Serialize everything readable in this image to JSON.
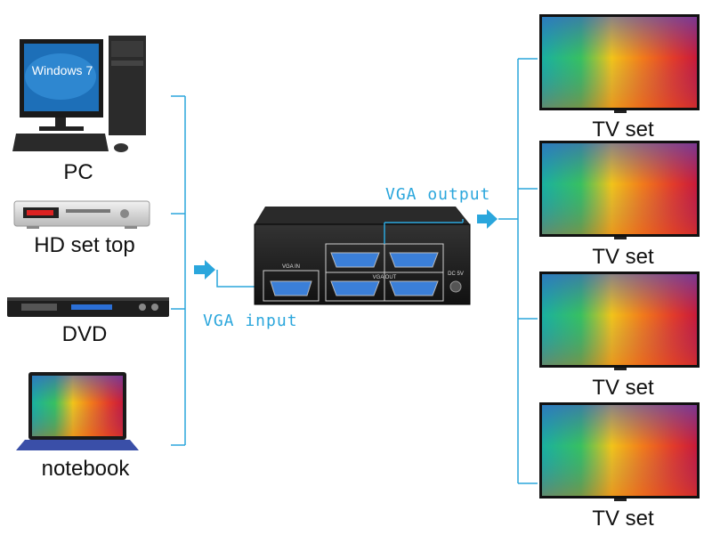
{
  "sources": [
    {
      "label": "PC",
      "icon": "pc-icon",
      "screen_text": "Windows 7"
    },
    {
      "label": "HD set top",
      "icon": "set-top-box-icon"
    },
    {
      "label": "DVD",
      "icon": "dvd-player-icon"
    },
    {
      "label": "notebook",
      "icon": "laptop-icon"
    }
  ],
  "splitter": {
    "input_label": "VGA input",
    "output_label": "VGA output",
    "port_in_text": "VGA IN",
    "port_out_text": "VGA OUT",
    "power_text": "DC 5V"
  },
  "displays": [
    {
      "label": "TV set"
    },
    {
      "label": "TV set"
    },
    {
      "label": "TV set"
    },
    {
      "label": "TV set"
    }
  ],
  "colors": {
    "connector": "#2aa6dc",
    "device_body": "#1a1a1a",
    "port": "#3b7fd8"
  }
}
